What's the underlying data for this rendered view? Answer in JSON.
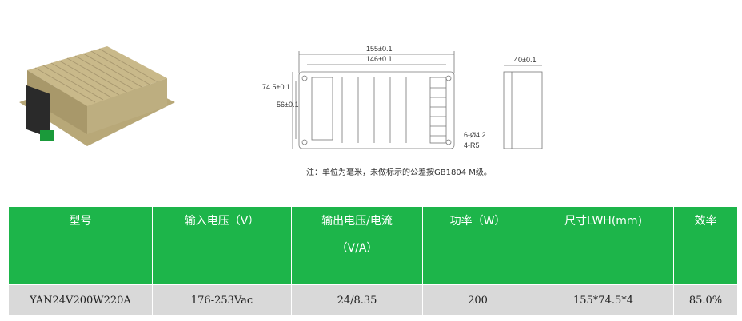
{
  "drawing": {
    "dim_length": "155±0.1",
    "dim_inner": "146±0.1",
    "dim_height": "74.5±0.1",
    "dim_inner_height": "56±0.1",
    "dim_depth": "40±0.1",
    "hole_label": "6-Ø4.2",
    "radius_label": "4-R5"
  },
  "note": "注：单位为毫米，未做标示的公差按GB1804 M级。",
  "table": {
    "headers": [
      "型号",
      "输入电压（V）",
      "输出电压/电流",
      "功率（W）",
      "尺寸LWH(mm)",
      "效率"
    ],
    "header_line2": "（V/A）",
    "rows": [
      [
        "YAN24V200W220A",
        "176-253Vac",
        "24/8.35",
        "200",
        "155*74.5*4",
        "85.0%"
      ]
    ]
  },
  "colors": {
    "header_bg": "#1db54a",
    "row_bg": "#d9d9d9"
  }
}
